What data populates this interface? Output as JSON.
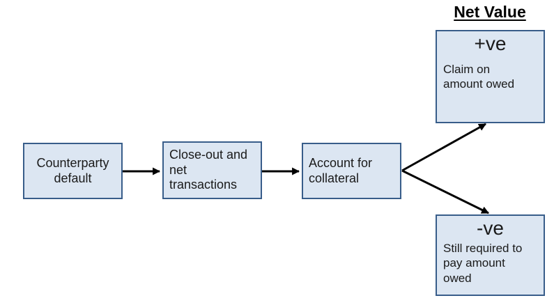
{
  "diagram": {
    "heading": {
      "text": "Net Value"
    },
    "boxes": {
      "counterparty": {
        "text": "Counterparty\ndefault"
      },
      "closeout": {
        "text": "Close-out and\nnet\ntransactions"
      },
      "collateral": {
        "text": "Account for\ncollateral"
      },
      "positive": {
        "title": "+ve",
        "body": "Claim on\namount owed"
      },
      "negative": {
        "title": "-ve",
        "body": "Still required to\npay amount\nowed"
      }
    },
    "flow": [
      "Counterparty default -> Close-out and net transactions",
      "Close-out and net transactions -> Account for collateral",
      "Account for collateral -> +ve (Claim on amount owed)",
      "Account for collateral -> -ve (Still required to pay amount owed)"
    ],
    "colors": {
      "background": "#ffffff",
      "box_fill": "#dce6f2",
      "box_border": "#385d8a",
      "arrow": "#000000"
    }
  }
}
